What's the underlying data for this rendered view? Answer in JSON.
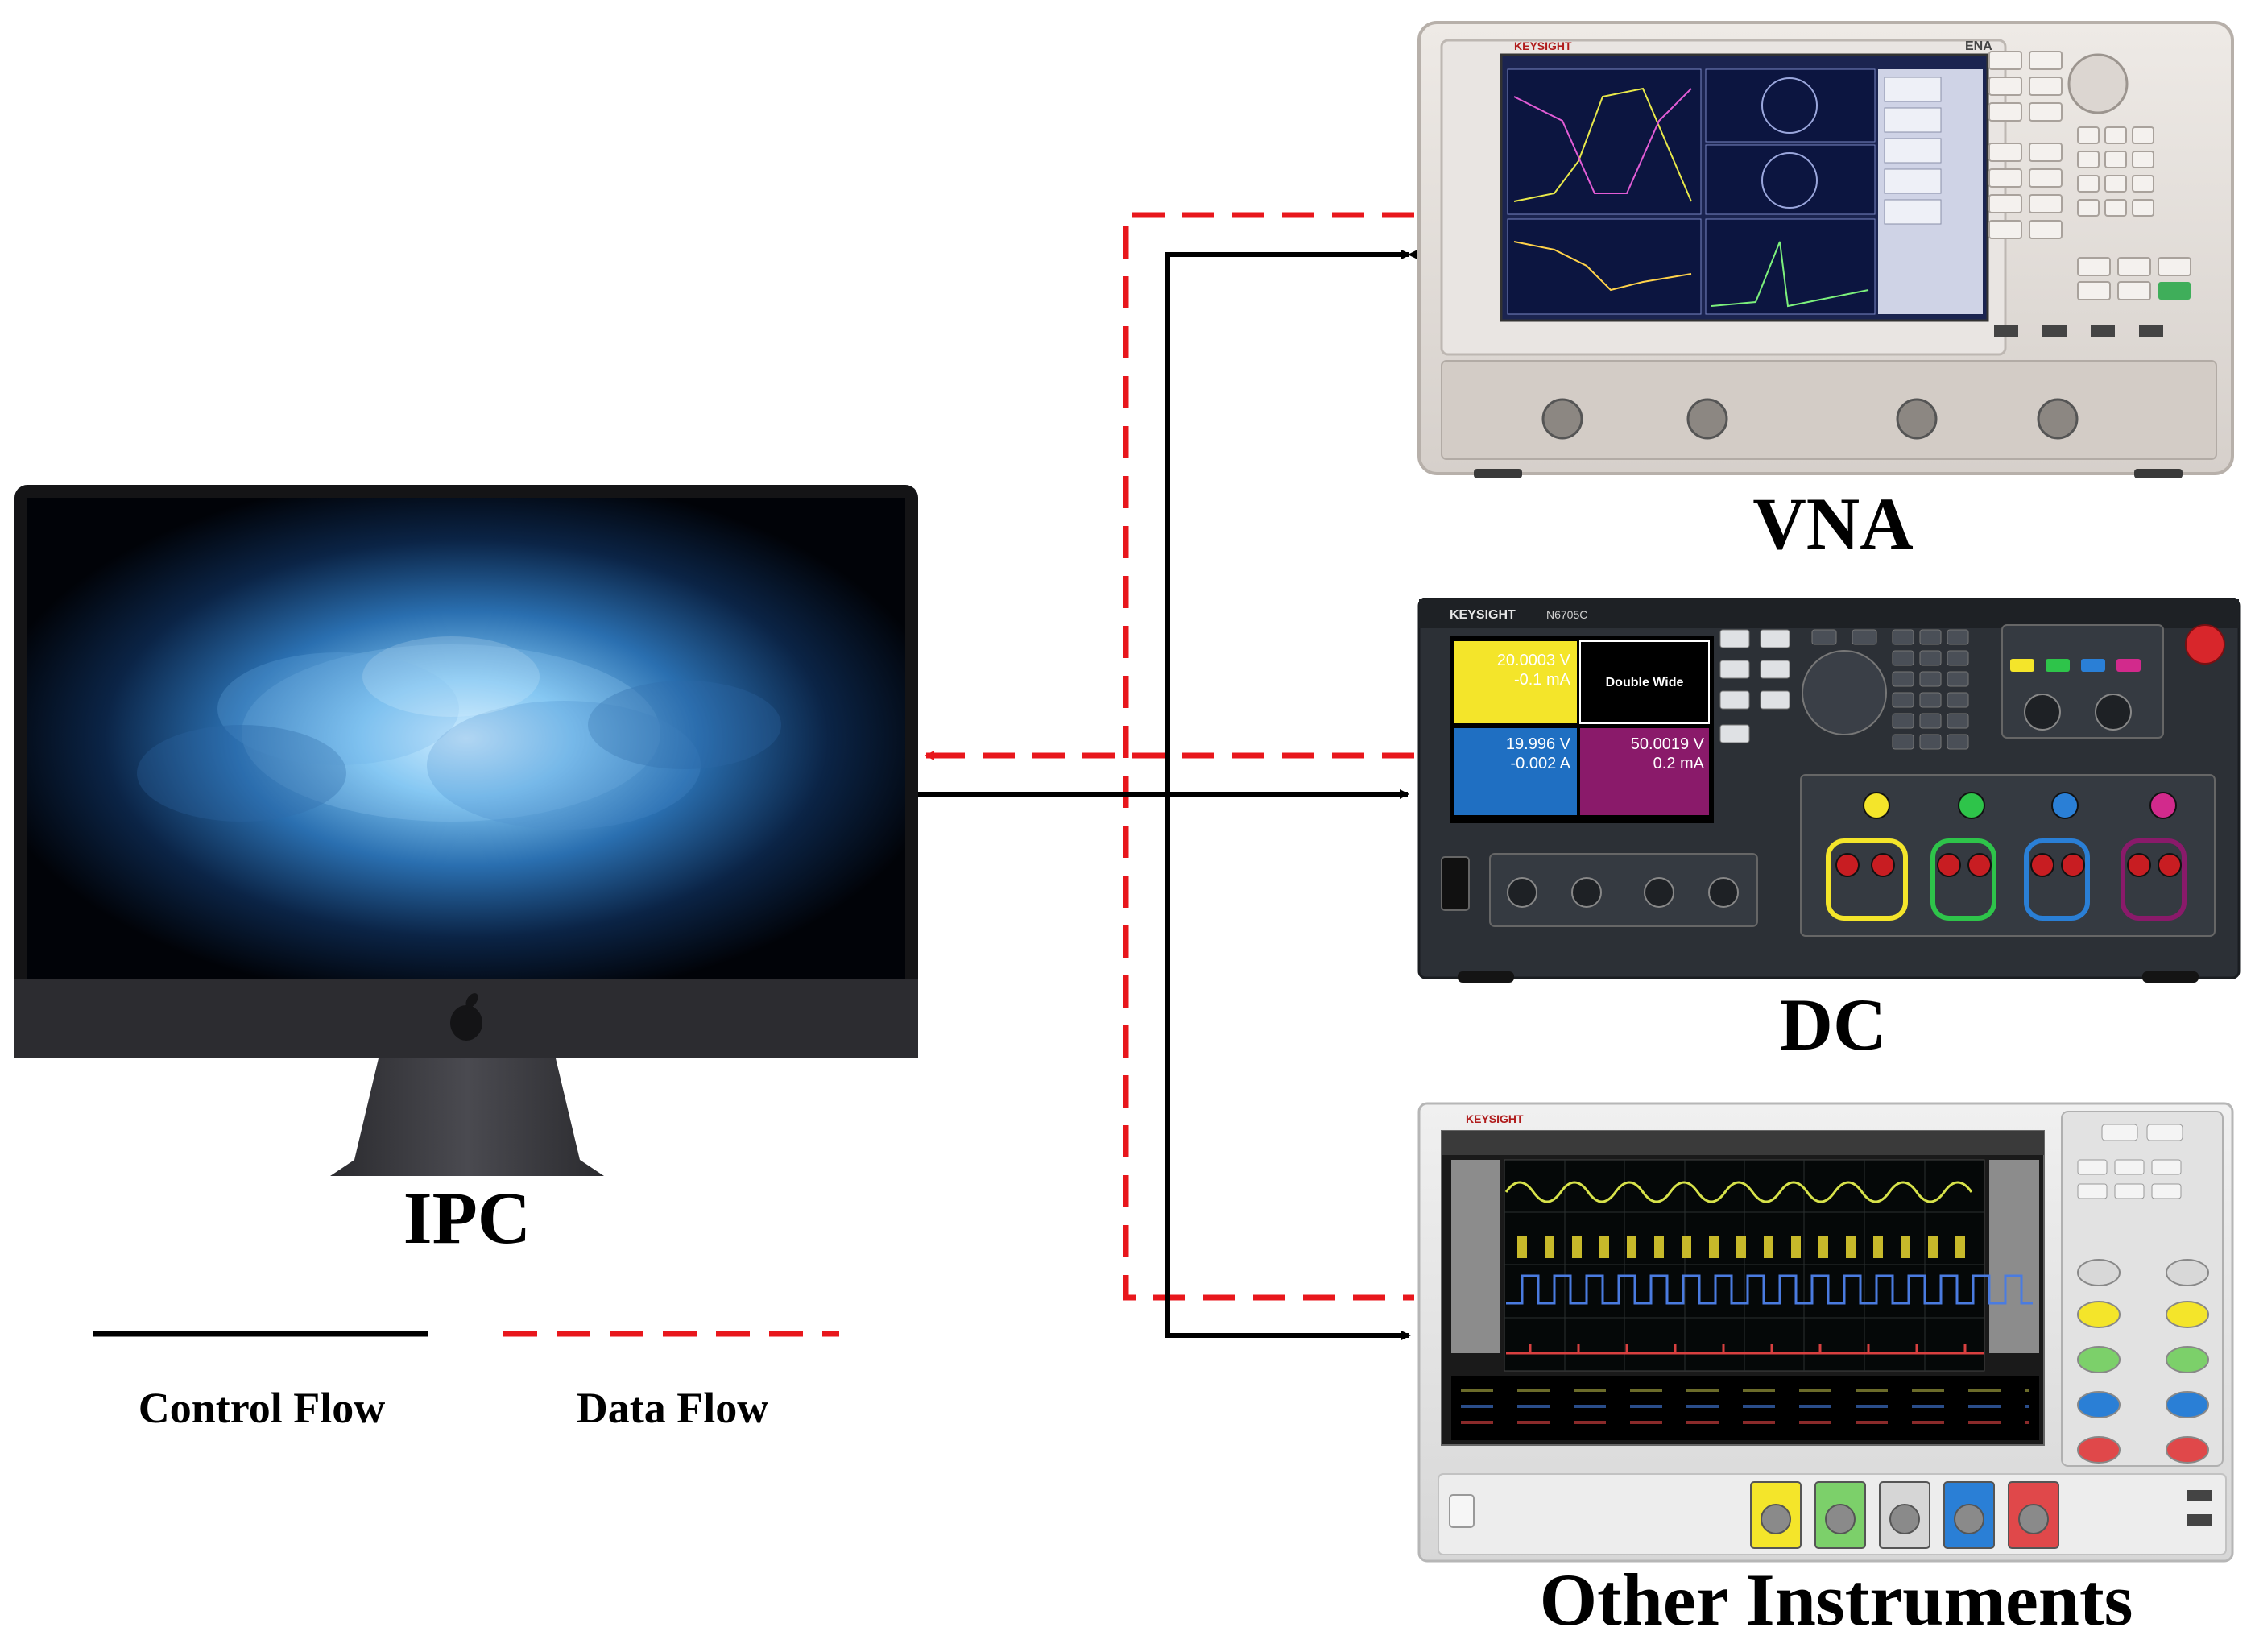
{
  "labels": {
    "ipc": "IPC",
    "vna": "VNA",
    "dc": "DC",
    "other": "Other Instruments"
  },
  "legend": {
    "control_flow": "Control Flow",
    "data_flow": "Data Flow"
  },
  "instruments": {
    "vna_brand": "KEYSIGHT",
    "vna_model": "ENA",
    "dc_brand": "KEYSIGHT",
    "dc_model": "N6705C",
    "dc_ch1_v": "20.0003 V",
    "dc_ch1_a": "-0.1 mA",
    "dc_ch2_text": "Double Wide",
    "dc_ch3_v": "19.996 V",
    "dc_ch3_a": "-0.002 A",
    "dc_ch4_v": "50.0019 V",
    "dc_ch4_a": "0.2 mA",
    "scope_brand": "KEYSIGHT"
  },
  "colors": {
    "control_flow": "#000000",
    "data_flow": "#e8171c",
    "dc_ch1": "#f4e52a",
    "dc_ch2": "#2ec44a",
    "dc_ch3": "#2a7fd6",
    "dc_ch4": "#d22a8c"
  }
}
